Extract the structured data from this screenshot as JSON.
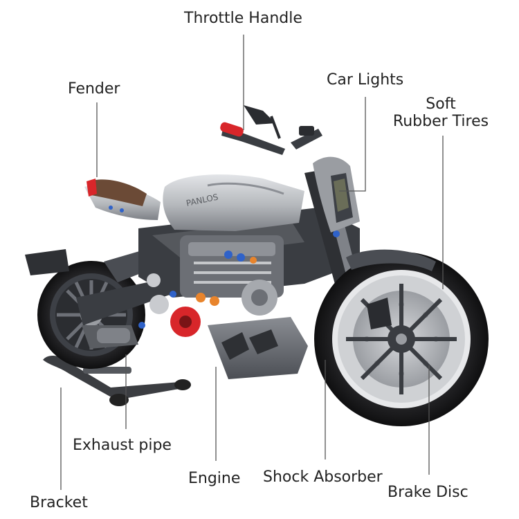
{
  "labels": {
    "throttle_handle": "Throttle Handle",
    "fender": "Fender",
    "car_lights": "Car Lights",
    "soft_rubber_tires_line1": "Soft",
    "soft_rubber_tires_line2": "Rubber Tires",
    "exhaust_pipe": "Exhaust pipe",
    "engine": "Engine",
    "shock_absorber": "Shock Absorber",
    "brake_disc": "Brake Disc",
    "bracket": "Bracket"
  },
  "colors": {
    "text": "#222222",
    "leader_line": "#555555",
    "body_silver": "#b9bcc0",
    "frame_dark": "#3a3d42",
    "tire_black": "#1b1b1d",
    "accent_red": "#d8262a",
    "accent_blue": "#2f62c9",
    "accent_orange": "#e8842c",
    "seat_brown": "#6b4a36"
  }
}
